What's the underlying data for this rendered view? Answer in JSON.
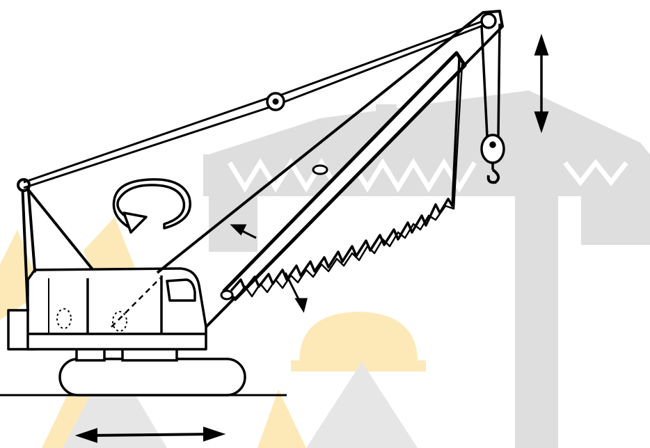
{
  "diagram": {
    "subject": "crawler-crane",
    "colors": {
      "line": "#000000",
      "background": "#ffffff",
      "watermark_gray": "#dedede",
      "watermark_yellow": "#fde9b8"
    },
    "motions": [
      {
        "name": "slewing",
        "icon": "circular-arrow-icon"
      },
      {
        "name": "boom-luffing",
        "icon": "double-arrow-icon"
      },
      {
        "name": "hoisting",
        "icon": "vertical-double-arrow-icon"
      },
      {
        "name": "travel",
        "icon": "horizontal-double-arrow-icon"
      }
    ]
  }
}
